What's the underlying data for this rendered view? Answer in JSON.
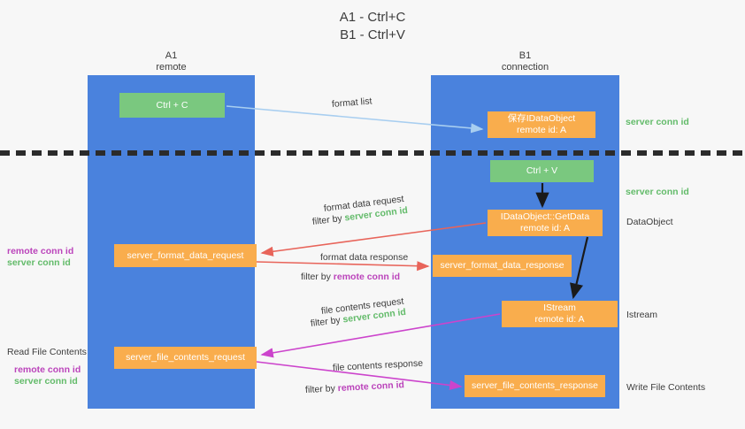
{
  "title": {
    "line1": "A1 - Ctrl+C",
    "line2": "B1 - Ctrl+V"
  },
  "columns": {
    "left": {
      "name": "A1",
      "role": "remote"
    },
    "right": {
      "name": "B1",
      "role": "connection"
    }
  },
  "boxes": {
    "ctrl_c": {
      "label": "Ctrl + C",
      "color": "#7ac87f"
    },
    "save_dataobject": {
      "line1": "保存IDataObject",
      "line2": "remote id: A",
      "color": "#f9ad4d"
    },
    "ctrl_v": {
      "label": "Ctrl + V",
      "color": "#7ac87f"
    },
    "getdata": {
      "line1": "IDataObject::GetData",
      "line2": "remote id: A",
      "color": "#f9ad4d"
    },
    "server_format_data_request": {
      "label": "server_format_data_request",
      "color": "#f9ad4d"
    },
    "server_format_data_response": {
      "label": "server_format_data_response",
      "color": "#f9ad4d"
    },
    "istream": {
      "line1": "IStream",
      "line2": "remote id: A",
      "color": "#f9ad4d"
    },
    "server_file_contents_request": {
      "label": "server_file_contents_request",
      "color": "#f9ad4d"
    },
    "server_file_contents_response": {
      "label": "server_file_contents_response",
      "color": "#f9ad4d"
    }
  },
  "edge_labels": {
    "format_list": "format list",
    "format_data_request": "format data request",
    "filter_by": "filter by",
    "server_conn_id": "server conn id",
    "remote_conn_id": "remote conn id",
    "format_data_response": "format data response",
    "file_contents_request": "file contents request",
    "file_contents_response": "file contents response"
  },
  "side_annotations": {
    "server_conn_id_top": "server conn id",
    "server_conn_id_mid": "server conn id",
    "dataobject": "DataObject",
    "istream": "Istream",
    "write_file_contents": "Write File Contents",
    "read_file_contents": "Read File Contents"
  },
  "colors": {
    "lane": "#4a82dd",
    "green_box": "#7ac87f",
    "orange_box": "#f9ad4d",
    "green_text": "#63bb6a",
    "purple_text": "#bb44bb",
    "red_arrow": "#e8645a",
    "magenta_arrow": "#cc44cc",
    "light_blue_arrow": "#a8cef0",
    "black_arrow": "#1a1a1a",
    "dashed_divider": "#2b2b2b",
    "background": "#f7f7f7"
  }
}
